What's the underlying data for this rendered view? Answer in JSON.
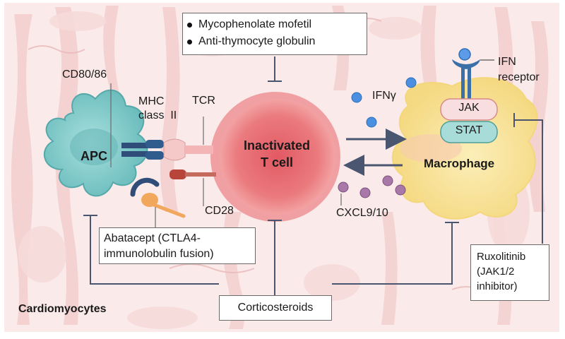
{
  "labels": {
    "cd80_86": "CD80/86",
    "mhc": "MHC\nclass  II",
    "tcr": "TCR",
    "cd28": "CD28",
    "apc": "APC",
    "t_cell": "Inactivated\nT cell",
    "macrophage": "Macrophage",
    "ifn_gamma": "IFNγ",
    "ifn_receptor": "IFN\nreceptor",
    "jak": "JAK",
    "stat": "STAT",
    "cxcl": "CXCL9/10",
    "cardiomyocytes": "Cardiomyocytes"
  },
  "drugs": {
    "top_box": [
      "Mycophenolate mofetil",
      "Anti-thymocyte globulin"
    ],
    "abatacept": "Abatacept (CTLA4-\nimmunolobulin fusion)",
    "ruxolitinib": "Ruxolitinib\n(JAK1/2\ninhibitor)",
    "corticosteroids": "Corticosteroids"
  },
  "colors": {
    "background_stripes": "#f4d3d3",
    "t_cell": "#e36a6e",
    "apc": "#7fc9c9",
    "macrophage": "#f8e39a",
    "ifn_gamma_dots": "#4a8fe0",
    "cxcl_dots": "#a878a8",
    "inhibition_lines": "#4a5570"
  }
}
